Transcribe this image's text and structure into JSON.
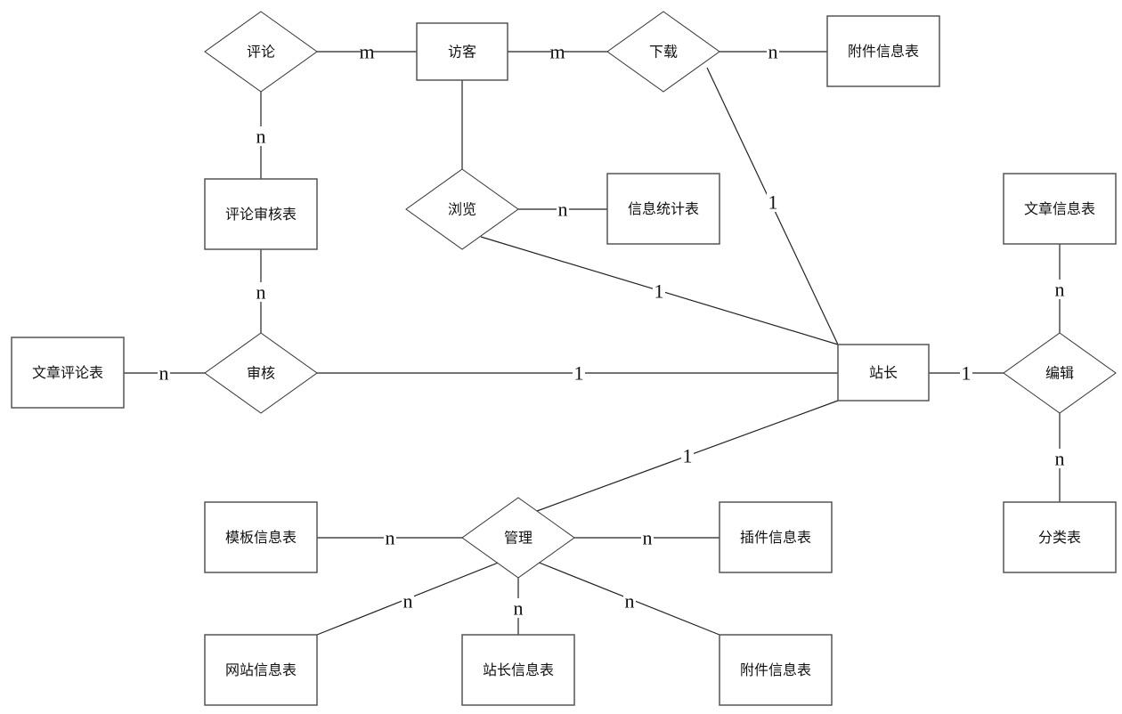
{
  "diagram": {
    "type": "er-diagram",
    "entities": [
      {
        "id": "visitor",
        "label": "访客"
      },
      {
        "id": "attachment1",
        "label": "附件信息表"
      },
      {
        "id": "comment_review",
        "label": "评论审核表"
      },
      {
        "id": "stats",
        "label": "信息统计表"
      },
      {
        "id": "article_info",
        "label": "文章信息表"
      },
      {
        "id": "article_comment",
        "label": "文章评论表"
      },
      {
        "id": "webmaster",
        "label": "站长"
      },
      {
        "id": "category",
        "label": "分类表"
      },
      {
        "id": "template",
        "label": "模板信息表"
      },
      {
        "id": "plugin",
        "label": "插件信息表"
      },
      {
        "id": "website",
        "label": "网站信息表"
      },
      {
        "id": "webmaster_info",
        "label": "站长信息表"
      },
      {
        "id": "attachment2",
        "label": "附件信息表"
      }
    ],
    "relations": [
      {
        "id": "comment",
        "label": "评论"
      },
      {
        "id": "download",
        "label": "下载"
      },
      {
        "id": "browse",
        "label": "浏览"
      },
      {
        "id": "review",
        "label": "审核"
      },
      {
        "id": "edit",
        "label": "编辑"
      },
      {
        "id": "manage",
        "label": "管理"
      }
    ],
    "edges": [
      {
        "from": "comment",
        "to": "visitor",
        "cardinality": "m"
      },
      {
        "from": "visitor",
        "to": "download",
        "cardinality": "m"
      },
      {
        "from": "download",
        "to": "attachment1",
        "cardinality": "n"
      },
      {
        "from": "comment",
        "to": "comment_review",
        "cardinality": "n"
      },
      {
        "from": "visitor",
        "to": "browse",
        "cardinality": ""
      },
      {
        "from": "browse",
        "to": "stats",
        "cardinality": "n"
      },
      {
        "from": "download",
        "to": "webmaster",
        "cardinality": "1"
      },
      {
        "from": "browse",
        "to": "webmaster",
        "cardinality": "1"
      },
      {
        "from": "comment_review",
        "to": "review",
        "cardinality": "n"
      },
      {
        "from": "article_comment",
        "to": "review",
        "cardinality": "n"
      },
      {
        "from": "review",
        "to": "webmaster",
        "cardinality": "1"
      },
      {
        "from": "webmaster",
        "to": "edit",
        "cardinality": "1"
      },
      {
        "from": "article_info",
        "to": "edit",
        "cardinality": "n"
      },
      {
        "from": "edit",
        "to": "category",
        "cardinality": "n"
      },
      {
        "from": "webmaster",
        "to": "manage",
        "cardinality": "1"
      },
      {
        "from": "template",
        "to": "manage",
        "cardinality": "n"
      },
      {
        "from": "manage",
        "to": "plugin",
        "cardinality": "n"
      },
      {
        "from": "manage",
        "to": "website",
        "cardinality": "n"
      },
      {
        "from": "manage",
        "to": "webmaster_info",
        "cardinality": "n"
      },
      {
        "from": "manage",
        "to": "attachment2",
        "cardinality": "n"
      }
    ]
  }
}
